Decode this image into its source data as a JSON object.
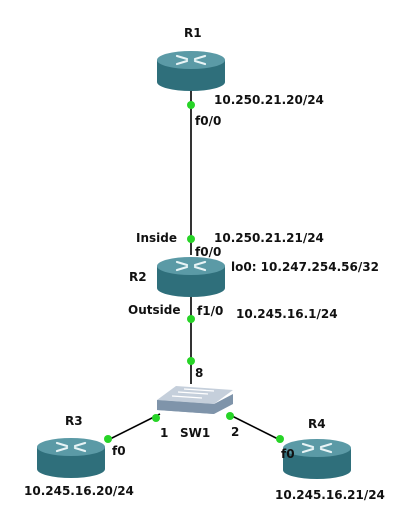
{
  "colors": {
    "router_top": "#5b9aa6",
    "router_body": "#2f6f7b",
    "router_arrows": "#e8f4f6",
    "switch_top": "#c5cfdb",
    "switch_body": "#7f94aa",
    "link": "#000000",
    "port_dot": "#27d427"
  },
  "devices": {
    "r1": {
      "name": "R1",
      "icon": "router-icon"
    },
    "r2": {
      "name": "R2",
      "icon": "router-icon"
    },
    "r3": {
      "name": "R3",
      "icon": "router-icon"
    },
    "r4": {
      "name": "R4",
      "icon": "router-icon"
    },
    "sw1": {
      "name": "SW1",
      "icon": "switch-icon"
    }
  },
  "labels": {
    "r1_ip": "10.250.21.20/24",
    "r1_port": "f0/0",
    "r2_inside": "Inside",
    "r2_ip_inside": "10.250.21.21/24",
    "r2_port_inside": "f0/0",
    "r2_loopback": "lo0: 10.247.254.56/32",
    "r2_outside": "Outside",
    "r2_port_outside": "f1/0",
    "r2_ip_outside": "10.245.16.1/24",
    "sw_port_8": "8",
    "sw_port_1": "1",
    "sw_port_2": "2",
    "r3_port": "f0",
    "r3_ip": "10.245.16.20/24",
    "r4_port": "f0",
    "r4_ip": "10.245.16.21/24"
  }
}
